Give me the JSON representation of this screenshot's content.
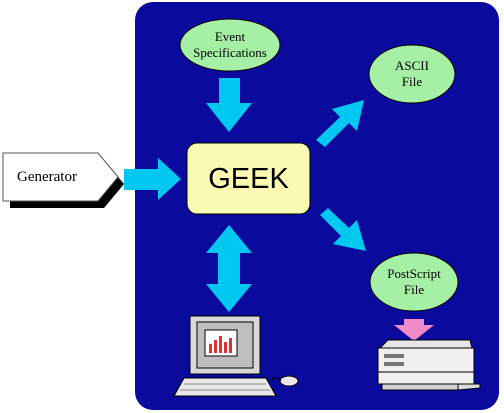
{
  "diagram": {
    "colors": {
      "panel": "#0a0a9c",
      "arrow": "#00c8f0",
      "ellipse_fill": "#a6f0a6",
      "geek_fill": "#fafab2",
      "printer_arrow": "#f08ac8"
    },
    "generator": {
      "label": "Generator"
    },
    "core": {
      "label": "GEEK"
    },
    "event_spec": {
      "line1": "Event",
      "line2": "Specifications"
    },
    "ascii_file": {
      "line1": "ASCII",
      "line2": "File"
    },
    "postscript_file": {
      "line1": "PostScript",
      "line2": "File"
    },
    "icons": [
      "computer-icon",
      "printer-icon"
    ]
  }
}
